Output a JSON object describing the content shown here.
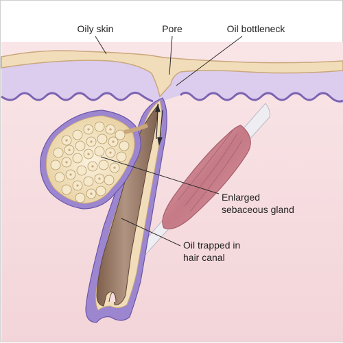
{
  "labels": {
    "oily_skin": "Oily skin",
    "pore": "Pore",
    "oil_bottleneck": "Oil bottleneck",
    "enlarged_gland_line1": "Enlarged",
    "enlarged_gland_line2": "sebaceous gland",
    "oil_trapped_line1": "Oil trapped in",
    "oil_trapped_line2": "hair canal"
  },
  "colors": {
    "dermis": "#f6dde0",
    "oil_layer": "#f1ddb9",
    "epidermis_band": "#d9c9ec",
    "basal_line": "#7c64b2",
    "follicle_wall": "#9c86cf",
    "hair_shaft": "#9c7d66",
    "gland_fill": "#efd9a9",
    "muscle": "#cc8c97"
  }
}
